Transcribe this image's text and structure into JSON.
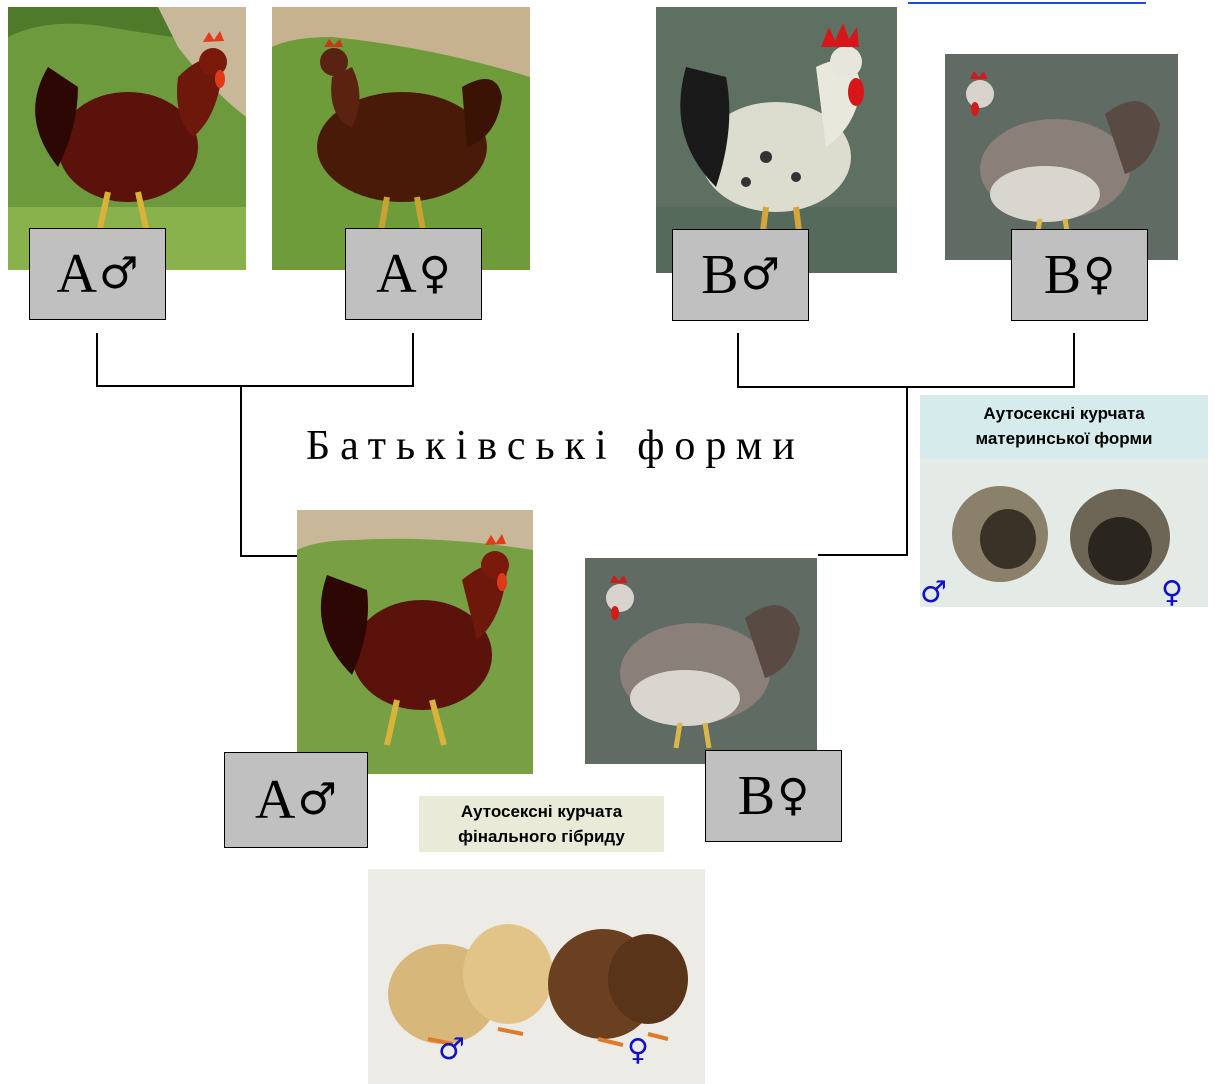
{
  "title": "Батьківські форми",
  "labels": {
    "a_male_top": {
      "letter": "A",
      "symbol": "♂"
    },
    "a_female_top": {
      "letter": "A",
      "symbol": "♀"
    },
    "b_male_top": {
      "letter": "B",
      "symbol": "♂"
    },
    "b_female_top": {
      "letter": "B",
      "symbol": "♀"
    },
    "a_male_parent": {
      "letter": "A",
      "symbol": "♂"
    },
    "b_female_parent": {
      "letter": "B",
      "symbol": "♀"
    }
  },
  "captions": {
    "maternal": {
      "line1": "Аутосексні курчата",
      "line2": "материнської форми"
    },
    "hybrid": {
      "line1": "Аутосексні курчата",
      "line2": "фінального гібриду"
    }
  },
  "chick_marks": {
    "maternal_male": "♂",
    "maternal_female": "♀",
    "hybrid_male": "♂",
    "hybrid_female": "♀"
  },
  "colors": {
    "label_bg": "#c0c0c0",
    "caption_bg": "#e9ebd8",
    "caption_bg_maternal": "#d6ecec",
    "sex_mark": "#1010c8"
  }
}
